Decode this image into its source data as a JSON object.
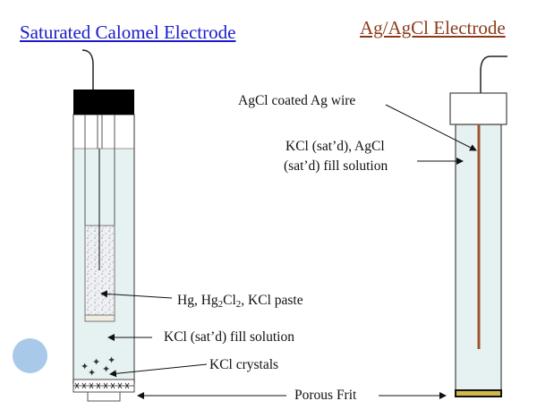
{
  "titles": {
    "sce": "Saturated Calomel Electrode",
    "agagcl": "Ag/AgCl Electrode"
  },
  "labels": {
    "agcl_wire": "AgCl coated Ag wire",
    "kcl_agcl_line1": "KCl (sat’d), AgCl",
    "kcl_agcl_line2": "(sat’d) fill solution",
    "paste_hg": "Hg, Hg",
    "paste_sub": "2",
    "paste_cl": "Cl",
    "paste_sub2": "2",
    "paste_rest": ", KCl paste",
    "kcl_fill": "KCl (sat’d) fill solution",
    "kcl_crystals": "KCl crystals",
    "porous_frit": "Porous Frit"
  },
  "colors": {
    "sce_title": "#1a1acc",
    "agagcl_title": "#8b3a1a",
    "solution": "#e6f2f1",
    "silver_wire": "#a0522d",
    "frit": "#d4b84a",
    "accent_circle": "#a8c9ea"
  }
}
